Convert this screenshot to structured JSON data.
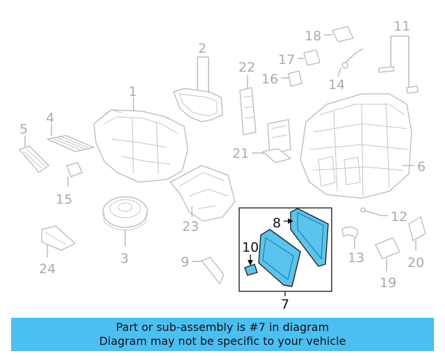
{
  "callouts": {
    "c1": "1",
    "c2": "2",
    "c3": "3",
    "c4": "4",
    "c5": "5",
    "c6": "6",
    "c7": "7",
    "c8": "8",
    "c9": "9",
    "c10": "10",
    "c11": "11",
    "c12": "12",
    "c13": "13",
    "c14": "14",
    "c15": "15",
    "c16": "16",
    "c17": "17",
    "c18": "18",
    "c19": "19",
    "c20": "20",
    "c21": "21",
    "c22": "22",
    "c23": "23",
    "c24": "24"
  },
  "highlight_color": "#5bc4ee",
  "banner": {
    "line1": "Part or sub-assembly is #7 in diagram",
    "line2": "Diagram may not be specific to your vehicle",
    "color": "#4cbff2"
  }
}
